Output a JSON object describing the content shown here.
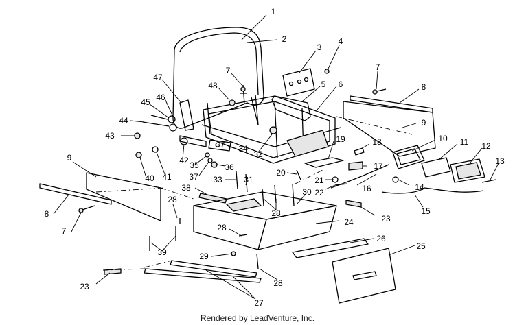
{
  "diagram": {
    "callouts": [
      {
        "id": "c1",
        "text": "1"
      },
      {
        "id": "c2",
        "text": "2"
      },
      {
        "id": "c3",
        "text": "3"
      },
      {
        "id": "c4",
        "text": "4"
      },
      {
        "id": "c5",
        "text": "5"
      },
      {
        "id": "c6",
        "text": "6"
      },
      {
        "id": "c7a",
        "text": "7"
      },
      {
        "id": "c8a",
        "text": "8"
      },
      {
        "id": "c9a",
        "text": "9"
      },
      {
        "id": "c10",
        "text": "10"
      },
      {
        "id": "c11",
        "text": "11"
      },
      {
        "id": "c12",
        "text": "12"
      },
      {
        "id": "c13",
        "text": "13"
      },
      {
        "id": "c14",
        "text": "14"
      },
      {
        "id": "c15",
        "text": "15"
      },
      {
        "id": "c16",
        "text": "16"
      },
      {
        "id": "c17",
        "text": "17"
      },
      {
        "id": "c18",
        "text": "18"
      },
      {
        "id": "c19",
        "text": "19"
      },
      {
        "id": "c20",
        "text": "20"
      },
      {
        "id": "c21",
        "text": "21"
      },
      {
        "id": "c22",
        "text": "22"
      },
      {
        "id": "c23a",
        "text": "23"
      },
      {
        "id": "c24",
        "text": "24"
      },
      {
        "id": "c25",
        "text": "25"
      },
      {
        "id": "c26",
        "text": "26"
      },
      {
        "id": "c27",
        "text": "27"
      },
      {
        "id": "c28a",
        "text": "28"
      },
      {
        "id": "c28b",
        "text": "28"
      },
      {
        "id": "c28c",
        "text": "28"
      },
      {
        "id": "c28d",
        "text": "28"
      },
      {
        "id": "c29",
        "text": "29"
      },
      {
        "id": "c30",
        "text": "30"
      },
      {
        "id": "c31",
        "text": "31"
      },
      {
        "id": "c32",
        "text": "32"
      },
      {
        "id": "c33",
        "text": "33"
      },
      {
        "id": "c34",
        "text": "34"
      },
      {
        "id": "c35",
        "text": "35"
      },
      {
        "id": "c36",
        "text": "36"
      },
      {
        "id": "c37",
        "text": "37"
      },
      {
        "id": "c38",
        "text": "38"
      },
      {
        "id": "c39",
        "text": "39"
      },
      {
        "id": "c40",
        "text": "40"
      },
      {
        "id": "c41",
        "text": "41"
      },
      {
        "id": "c42",
        "text": "42"
      },
      {
        "id": "c43",
        "text": "43"
      },
      {
        "id": "c44",
        "text": "44"
      },
      {
        "id": "c45",
        "text": "45"
      },
      {
        "id": "c46",
        "text": "46"
      },
      {
        "id": "c47",
        "text": "47"
      },
      {
        "id": "c48",
        "text": "48"
      },
      {
        "id": "c7b",
        "text": "7"
      },
      {
        "id": "c7c",
        "text": "7"
      },
      {
        "id": "c8b",
        "text": "8"
      },
      {
        "id": "c9b",
        "text": "9"
      },
      {
        "id": "c23b",
        "text": "23"
      }
    ],
    "decal_text": "GT",
    "footer": "Rendered by LeadVenture, Inc."
  }
}
